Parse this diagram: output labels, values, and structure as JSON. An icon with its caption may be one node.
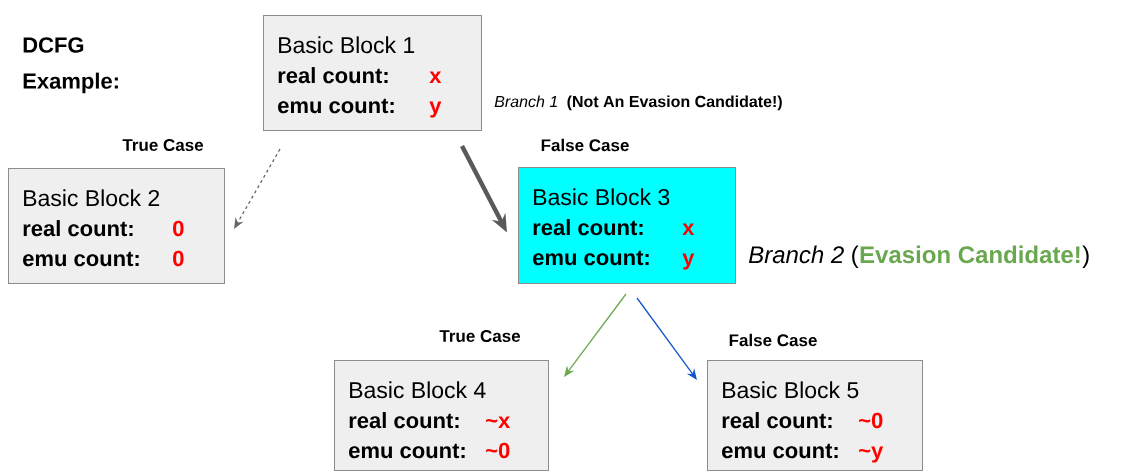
{
  "diagram": {
    "title": "DCFG Example:",
    "nodes": [
      {
        "text": [
          "Basic Block 1",
          "real count:",
          "x",
          "emu count:",
          "y"
        ],
        "beside": [
          "Branch 1",
          "(Not An Evasion Candidate!)"
        ]
      },
      {
        "text": [
          "Basic Block 2",
          "real count:",
          "0",
          "emu count:",
          "0"
        ]
      },
      {
        "text": [
          "Basic Block 3",
          "real count:",
          "x",
          "emu count:",
          "y"
        ],
        "beside": [
          "Branch 2",
          "(",
          "Evasion Candidate!",
          ")"
        ]
      },
      {
        "text": [
          "Basic Block 4",
          "real count:",
          "~x",
          "emu count:",
          "~0"
        ]
      },
      {
        "text": [
          "Basic Block 5",
          "real count:",
          "~0",
          "emu count:",
          "~y"
        ]
      }
    ],
    "edges": [
      {
        "from": 0,
        "to": 1,
        "arrow": "to",
        "label": "True Case",
        "style": "dashed",
        "color": "#666666"
      },
      {
        "from": 0,
        "to": 2,
        "arrow": "to",
        "label": "False Case",
        "style": "thick",
        "color": "#595959"
      },
      {
        "from": 2,
        "to": 3,
        "arrow": "to",
        "label": "True Case",
        "color": "#6aa84f"
      },
      {
        "from": 2,
        "to": 4,
        "arrow": "to",
        "label": "False Case",
        "color": "#1155cc"
      }
    ]
  }
}
